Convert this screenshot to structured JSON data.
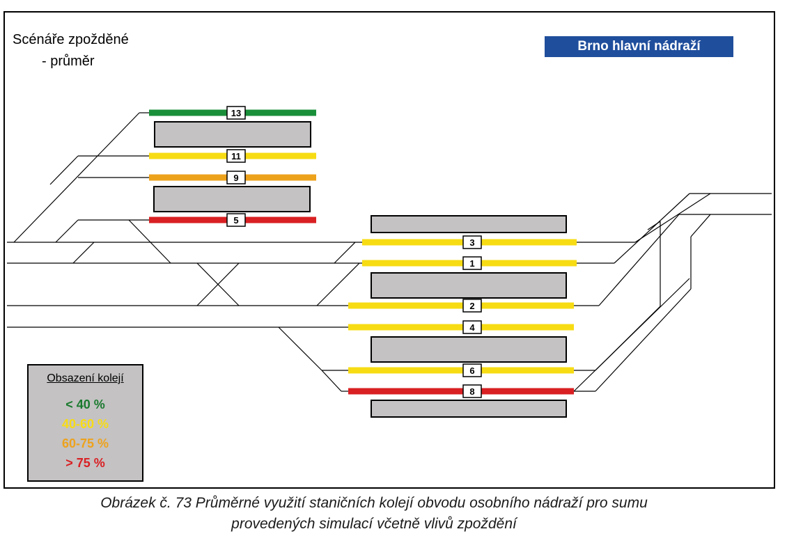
{
  "scenario": {
    "line1": "Scénáře zpožděné",
    "line2": "- průměr"
  },
  "station_name": "Brno hlavní nádraží",
  "legend": {
    "title": "Obsazení kolejí",
    "items": [
      {
        "label": "< 40 %",
        "color": "#1a7a2e"
      },
      {
        "label": "40-60 %",
        "color": "#f7dc14"
      },
      {
        "label": "60-75 %",
        "color": "#eda21c"
      },
      {
        "label": "> 75 %",
        "color": "#d92023"
      }
    ]
  },
  "tracks": [
    {
      "number": "13",
      "occupancy_class": "< 40 %"
    },
    {
      "number": "11",
      "occupancy_class": "40-60 %"
    },
    {
      "number": "9",
      "occupancy_class": "60-75 %"
    },
    {
      "number": "5",
      "occupancy_class": "> 75 %"
    },
    {
      "number": "3",
      "occupancy_class": "40-60 %"
    },
    {
      "number": "1",
      "occupancy_class": "40-60 %"
    },
    {
      "number": "2",
      "occupancy_class": "40-60 %"
    },
    {
      "number": "4",
      "occupancy_class": "40-60 %"
    },
    {
      "number": "6",
      "occupancy_class": "40-60 %"
    },
    {
      "number": "8",
      "occupancy_class": "> 75 %"
    }
  ],
  "caption": {
    "line1": "Obrázek č. 73 Průměrné využití staničních kolejí obvodu osobního nádraží pro sumu",
    "line2": "provedených simulací včetně vlivů zpoždění"
  }
}
